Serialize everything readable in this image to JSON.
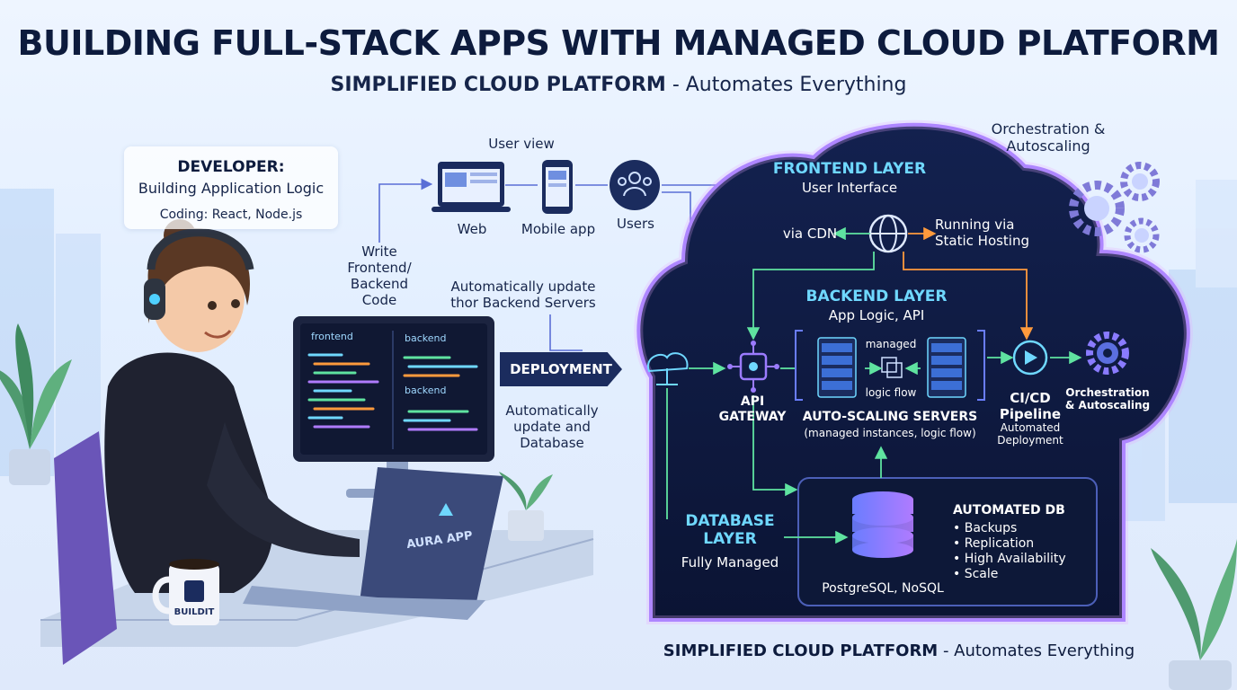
{
  "title": "BUILDING FULL-STACK APPS WITH MANAGED CLOUD PLATFORM",
  "subtitle": {
    "bold": "SIMPLIFIED CLOUD PLATFORM",
    "rest": " - Automates Everything"
  },
  "developer": {
    "heading": "DEVELOPER:",
    "sub": "Building Application Logic",
    "coding": "Coding: React, Node.js"
  },
  "user_view": {
    "label": "User view",
    "web": "Web",
    "mobile": "Mobile app",
    "users": "Users"
  },
  "write_code": "Write Frontend/ Backend Code",
  "auto_update_backend": "Automatically update thor Backend Servers",
  "deployment": "DEPLOYMENT",
  "auto_update_db": "Automatically update and Database",
  "monitor_screen": {
    "frontend": "frontend",
    "backend": "backend",
    "backend2": "backend"
  },
  "laptop_logo": "AURA APP",
  "mug_logo": "BUILDIT",
  "frontend_layer": {
    "title": "FRONTEND LAYER",
    "sub": "User Interface",
    "cdn": "via CDN",
    "static": "Running via Static Hosting"
  },
  "orchestration_top": "Orchestration & Autoscaling",
  "backend_layer": {
    "title": "BACKEND LAYER",
    "sub": "App Logic, API"
  },
  "api_gateway": "API GATEWAY",
  "servers": {
    "managed": "managed",
    "logic": "logic flow",
    "title": "AUTO-SCALING SERVERS",
    "sub": "(managed instances, logic flow)"
  },
  "cicd": {
    "title": "CI/CD Pipeline",
    "sub": "Automated Deployment"
  },
  "orchestration_inner": "Orchestration & Autoscaling",
  "database_layer": {
    "title": "DATABASE LAYER",
    "sub": "Fully Managed",
    "engines": "PostgreSQL, NoSQL"
  },
  "automated_db": {
    "title": "AUTOMATED DB",
    "items": [
      "• Backups",
      "• Replication",
      "• High Availability",
      "• Scale"
    ]
  },
  "footer": {
    "bold": "SIMPLIFIED CLOUD PLATFORM",
    "rest": " - Automates Everything"
  },
  "colors": {
    "navy": "#0d1b3d",
    "cloud": "#0f1d44",
    "accent_cyan": "#6fd8ff",
    "accent_purple": "#9b7bff",
    "arrow_green": "#5fe3a0",
    "arrow_orange": "#ff9a3c"
  }
}
